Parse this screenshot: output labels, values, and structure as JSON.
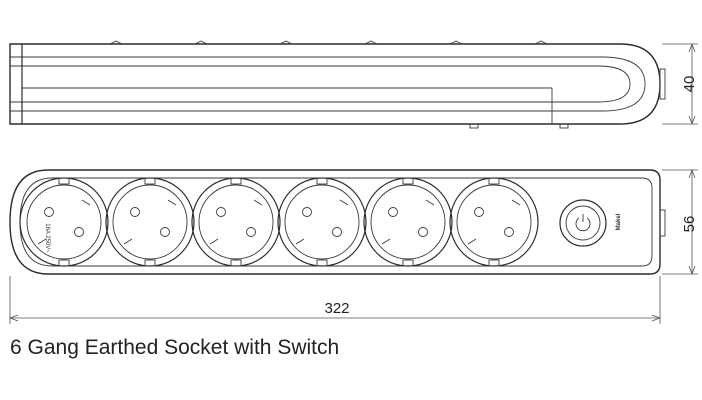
{
  "caption": "6 Gang Earthed Socket with Switch",
  "dimensions": {
    "height": "40",
    "width": "56",
    "length": "322"
  },
  "sockets": {
    "count": 6
  },
  "socket_marking": "16A 250V~",
  "brand_mark": "Makel",
  "switch": {
    "icon": "power-icon"
  },
  "colors": {
    "line": "#2b2b2b",
    "background": "#ffffff"
  }
}
